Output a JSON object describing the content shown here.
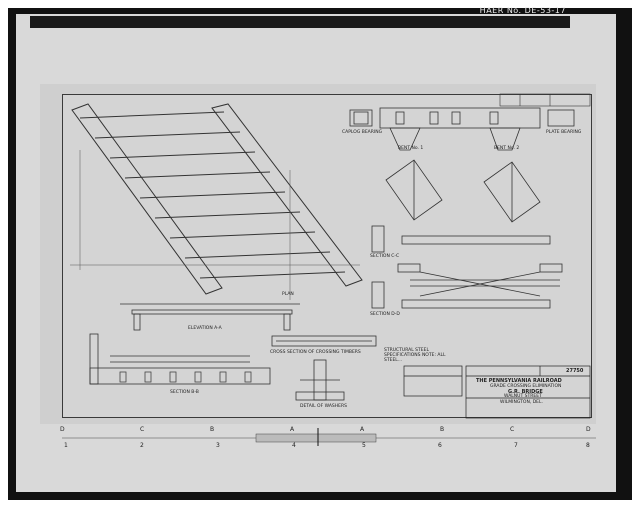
{
  "header": {
    "record_id": "HAER No. DE-53-17"
  },
  "drawing": {
    "views": {
      "plan": "PLAN",
      "elevation_aa": "ELEVATION A-A",
      "section_bb": "SECTION B-B",
      "section_cc": "SECTION C-C",
      "section_dd": "SECTION D-D",
      "bent_1": "BENT No. 1",
      "bent_2": "BENT No. 2",
      "detail_of_washers": "DETAIL OF WASHERS",
      "cross_section": "CROSS SECTION OF CROSSING TIMBERS",
      "caplog_bearing": "CAPLOG BEARING",
      "plate_bearing": "PLATE BEARING"
    },
    "notes": "STRUCTURAL STEEL SPECIFICATIONS NOTE: ALL STEEL...",
    "title_block": {
      "company": "THE PENNSYLVANIA RAILROAD",
      "subtitle": "GRADE CROSSING ELIMINATION",
      "bridge": "G.R. BRIDGE",
      "street": "WALNUT STREET",
      "city": "WILMINGTON, DEL.",
      "sheet_no": "27750"
    }
  },
  "scale_bar": {
    "top_letters": [
      "D",
      "C",
      "B",
      "A",
      "A",
      "B",
      "C",
      "D"
    ],
    "bottom_numbers": [
      "1",
      "2",
      "3",
      "4",
      "5",
      "6",
      "7",
      "8"
    ]
  }
}
